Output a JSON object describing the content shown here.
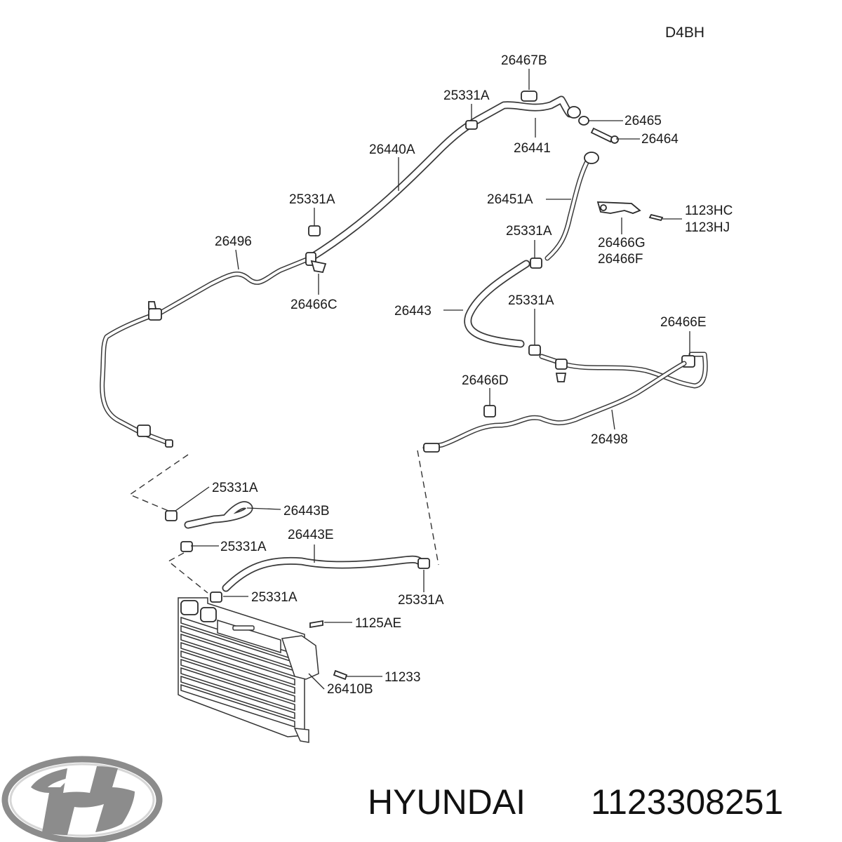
{
  "engine_code": "D4BH",
  "labels": {
    "p26467B": "26467B",
    "p25331A_top": "25331A",
    "p26465": "26465",
    "p26464": "26464",
    "p26441": "26441",
    "p26440A": "26440A",
    "p25331A_mid": "25331A",
    "p26451A": "26451A",
    "p1123HC": "1123HC",
    "p1123HJ": "1123HJ",
    "p26496": "26496",
    "p25331A_r1": "25331A",
    "p26466G": "26466G",
    "p26466F": "26466F",
    "p26466C": "26466C",
    "p26443": "26443",
    "p25331A_r2": "25331A",
    "p26466E": "26466E",
    "p26466D": "26466D",
    "p26498": "26498",
    "p25331A_l1": "25331A",
    "p26443B": "26443B",
    "p25331A_l2": "25331A",
    "p26443E": "26443E",
    "p25331A_l3": "25331A",
    "p25331A_b": "25331A",
    "p1125AE": "1125AE",
    "p11233": "11233",
    "p26410B": "26410B"
  },
  "footer": {
    "brand": "HYUNDAI",
    "part_number": "1123308251"
  },
  "logo": {
    "name": "hyundai-logo-icon",
    "color": "#8c8c8c"
  }
}
